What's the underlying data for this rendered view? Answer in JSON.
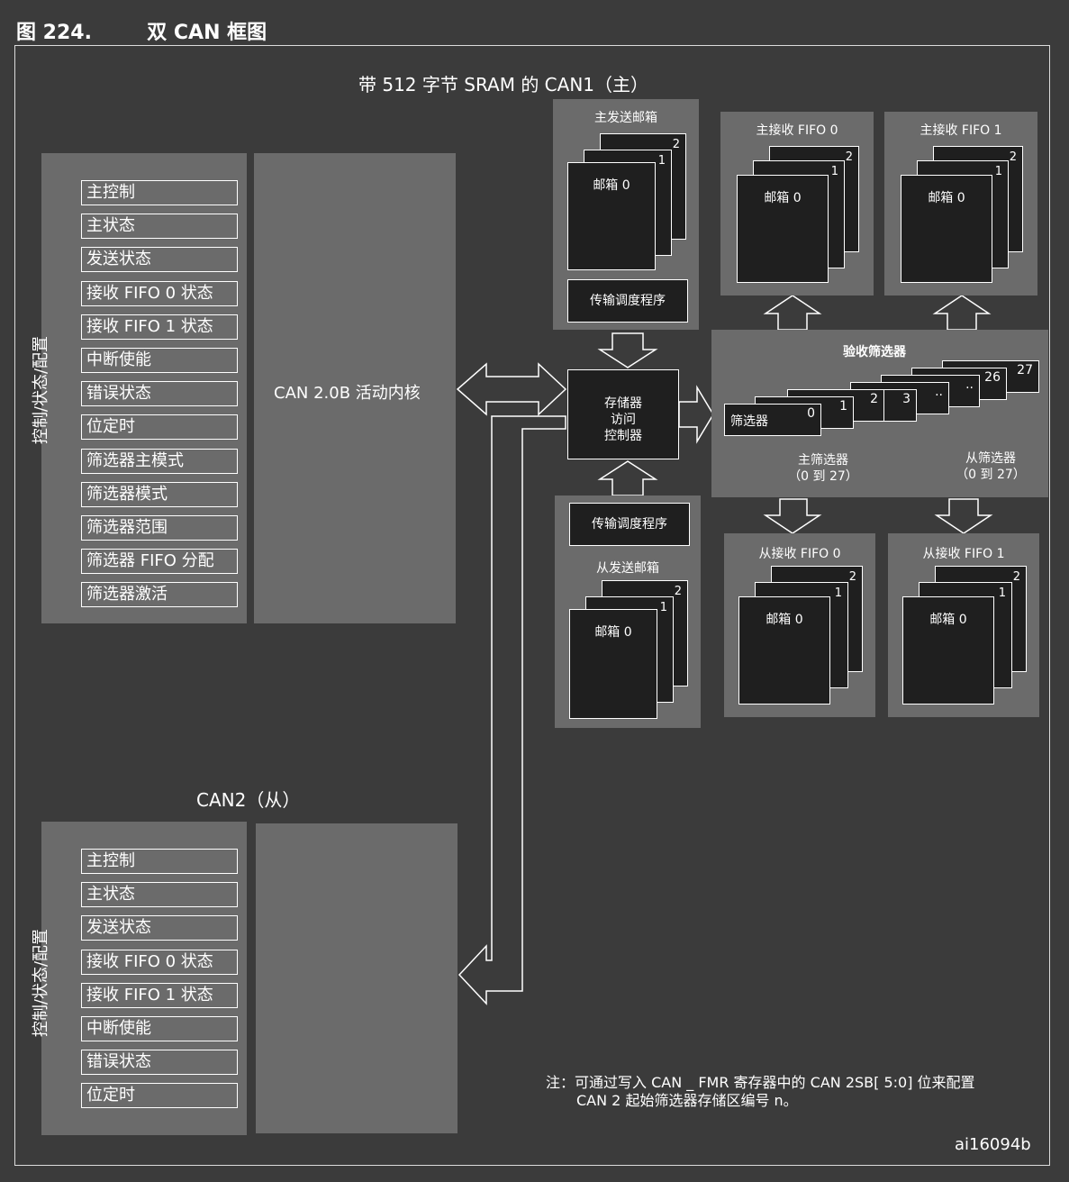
{
  "figure": {
    "number": "图 224.",
    "title": "双 CAN 框图"
  },
  "can1": {
    "heading": "带 512 字节 SRAM 的 CAN1（主）",
    "side_label": "控制/状态/配置",
    "registers": [
      "主控制",
      "主状态",
      "发送状态",
      "接收 FIFO 0 状态",
      "接收 FIFO 1 状态",
      "中断使能",
      "错误状态",
      "位定时",
      "筛选器主模式",
      "筛选器模式",
      "筛选器范围",
      "筛选器 FIFO 分配",
      "筛选器激活"
    ],
    "core": "CAN 2.0B 活动内核"
  },
  "can2": {
    "heading": "CAN2（从）",
    "side_label": "控制/状态/配置",
    "registers": [
      "主控制",
      "主状态",
      "发送状态",
      "接收 FIFO 0 状态",
      "接收 FIFO 1 状态",
      "中断使能",
      "错误状态",
      "位定时"
    ]
  },
  "master_tx": {
    "title": "主发送邮箱",
    "mailbox_labels": [
      "2",
      "1",
      "邮箱 0"
    ],
    "scheduler": "传输调度程序"
  },
  "slave_tx": {
    "title": "从发送邮箱",
    "mailbox_labels": [
      "2",
      "1",
      "邮箱 0"
    ],
    "scheduler": "传输调度程序"
  },
  "mem_ctrl": {
    "lines": [
      "存储器",
      "访问",
      "控制器"
    ]
  },
  "master_rx_fifo0": {
    "title": "主接收 FIFO 0",
    "mailbox_labels": [
      "2",
      "1",
      "邮箱 0"
    ]
  },
  "master_rx_fifo1": {
    "title": "主接收 FIFO 1",
    "mailbox_labels": [
      "2",
      "1",
      "邮箱 0"
    ]
  },
  "slave_rx_fifo0": {
    "title": "从接收 FIFO 0",
    "mailbox_labels": [
      "2",
      "1",
      "邮箱 0"
    ]
  },
  "slave_rx_fifo1": {
    "title": "从接收 FIFO 1",
    "mailbox_labels": [
      "2",
      "1",
      "邮箱 0"
    ]
  },
  "acceptance_filters": {
    "title": "验收筛选器",
    "filter0_label": "筛选器",
    "numbers": [
      "0",
      "1",
      "2",
      "3",
      "..",
      "..",
      "26",
      "27"
    ],
    "master": {
      "label": "主筛选器",
      "range": "（0 到 27）"
    },
    "slave": {
      "label": "从筛选器",
      "range": "（0 到 27）"
    }
  },
  "note": {
    "line1": "注：可通过写入 CAN _ FMR 寄存器中的 CAN 2SB[ 5:0] 位来配置",
    "line2": "CAN 2 起始筛选器存储区编号 n。"
  },
  "figure_id": "ai16094b"
}
